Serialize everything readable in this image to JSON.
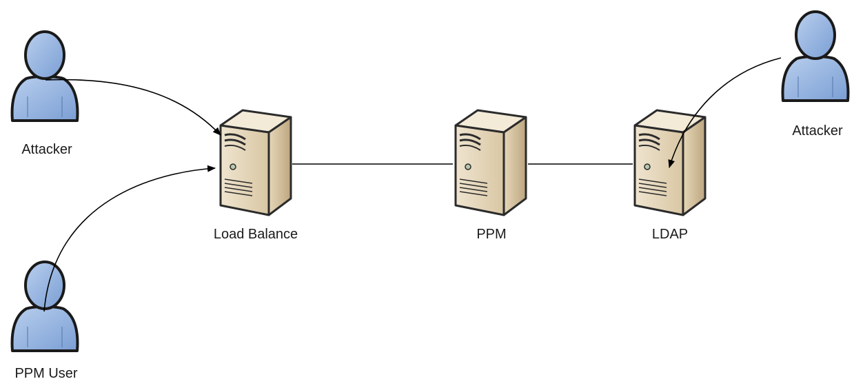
{
  "nodes": {
    "attacker_left": {
      "label": "Attacker",
      "icon": "user-icon",
      "role": "attacker"
    },
    "ppm_user": {
      "label": "PPM User",
      "icon": "user-icon",
      "role": "user"
    },
    "attacker_right": {
      "label": "Attacker",
      "icon": "user-icon",
      "role": "attacker"
    },
    "load_balance": {
      "label": "Load Balance",
      "icon": "server-icon",
      "role": "server"
    },
    "ppm": {
      "label": "PPM",
      "icon": "server-icon",
      "role": "server"
    },
    "ldap": {
      "label": "LDAP",
      "icon": "server-icon",
      "role": "server"
    }
  },
  "edges": [
    {
      "from": "attacker_left",
      "to": "load_balance",
      "style": "curved-arrow"
    },
    {
      "from": "ppm_user",
      "to": "load_balance",
      "style": "curved-arrow"
    },
    {
      "from": "attacker_right",
      "to": "ldap",
      "style": "curved-arrow"
    },
    {
      "from": "load_balance",
      "to": "ppm",
      "style": "line"
    },
    {
      "from": "ppm",
      "to": "ldap",
      "style": "line"
    }
  ],
  "colors": {
    "user_fill": "#8fb1de",
    "user_stroke": "#1a1a1a",
    "server_front": "#e3d4b8",
    "server_side": "#c2ad86",
    "server_top": "#f3ead8",
    "line": "#000000"
  }
}
